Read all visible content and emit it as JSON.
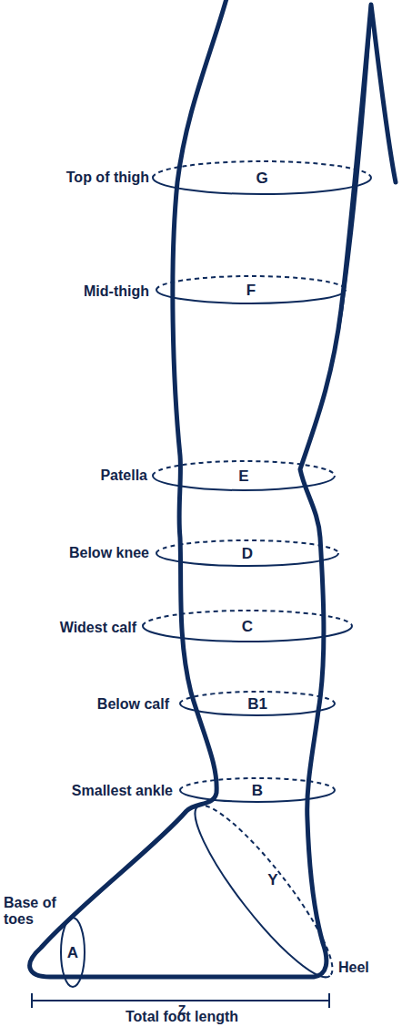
{
  "diagram": {
    "nodes": [
      {
        "text": [
          "G"
        ]
      },
      {
        "text": [
          "F"
        ]
      },
      {
        "text": [
          "E"
        ]
      },
      {
        "text": [
          "D"
        ]
      },
      {
        "text": [
          "C"
        ]
      },
      {
        "text": [
          "B1"
        ]
      },
      {
        "text": [
          "B"
        ]
      },
      {
        "text": [
          "Y"
        ]
      },
      {
        "text": [
          "A"
        ]
      }
    ],
    "labels": [
      "Top of thigh",
      "Mid-thigh",
      "Patella",
      "Below knee",
      "Widest calf",
      "Below calf",
      "Smallest ankle",
      "Base of toes",
      "Heel",
      "Z",
      "Total foot length"
    ]
  }
}
